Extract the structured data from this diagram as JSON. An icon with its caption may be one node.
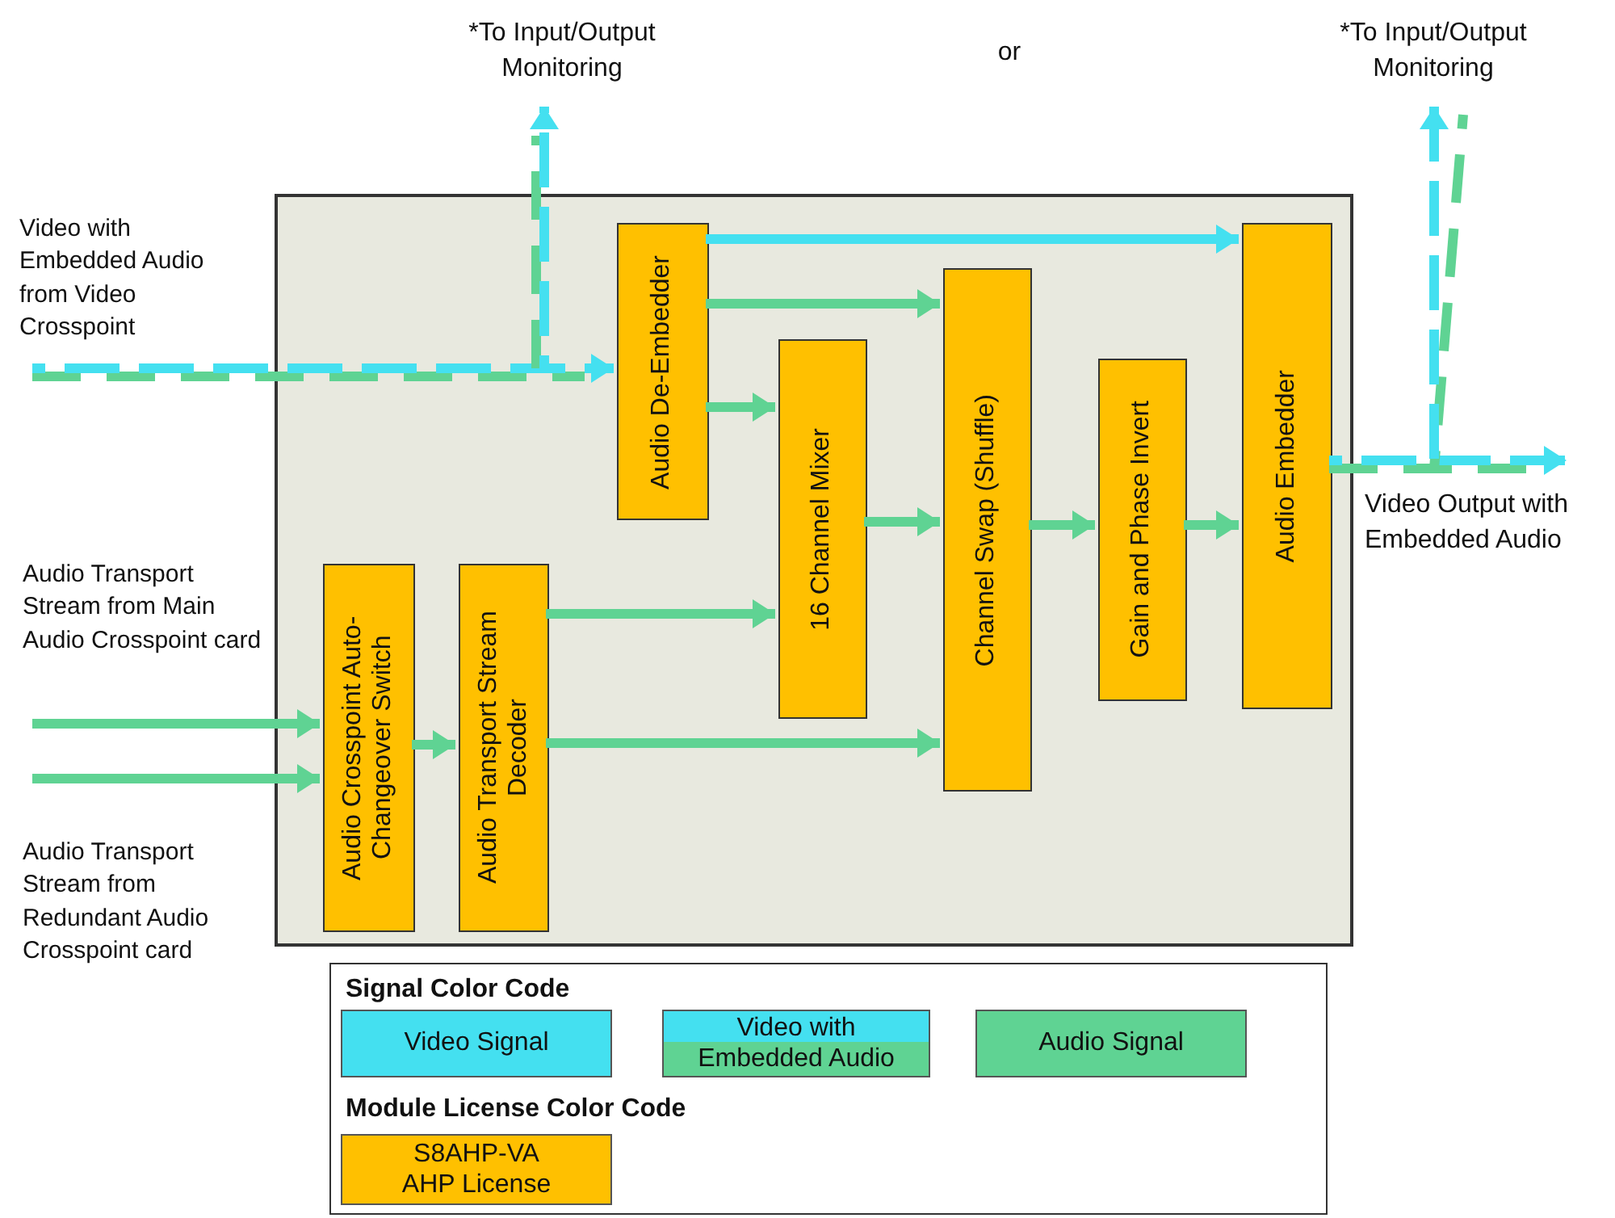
{
  "diagram": {
    "nodes": [
      {
        "text": [],
        "shape": "box"
      },
      {
        "text": [
          "Audio De-Embedder"
        ],
        "in": 0
      },
      {
        "text": [
          "16 Channel Mixer"
        ],
        "in": 0
      },
      {
        "text": [
          "Channel Swap (Shuffle)"
        ],
        "in": 0
      },
      {
        "text": [
          "Gain and Phase Invert"
        ],
        "in": 0
      },
      {
        "text": [
          "Audio Embedder"
        ],
        "in": 0
      },
      {
        "text": [
          "Audio Crosspoint Auto-Changeover Switch"
        ],
        "in": 0
      },
      {
        "text": [
          "Audio Transport Stream Decoder"
        ],
        "in": 0
      },
      {
        "text": [
          "*To Input/Output Monitoring"
        ]
      },
      {
        "text": [
          "*To Input/Output Monitoring"
        ]
      },
      {
        "text": [
          "Video Output with Embedded Audio"
        ]
      }
    ],
    "edges": [
      {
        "from": null,
        "to": 1,
        "arrow": "to",
        "style": "dashed",
        "color": "#44e0f0"
      },
      {
        "from": null,
        "to": 8,
        "arrow": "to",
        "style": "dashed",
        "color": "#44e0f0"
      },
      {
        "from": 1,
        "to": 5,
        "arrow": "to",
        "color": "#44e0f0"
      },
      {
        "from": 1,
        "to": 3,
        "arrow": "to"
      },
      {
        "from": 1,
        "to": 2,
        "arrow": "to"
      },
      {
        "from": 2,
        "to": 3,
        "arrow": "to"
      },
      {
        "from": 3,
        "to": 4,
        "arrow": "to"
      },
      {
        "from": 4,
        "to": 5,
        "arrow": "to"
      },
      {
        "from": 7,
        "to": 2,
        "arrow": "to"
      },
      {
        "from": 7,
        "to": 3,
        "arrow": "to"
      },
      {
        "from": null,
        "to": 6,
        "arrow": "to"
      },
      {
        "from": null,
        "to": 6,
        "arrow": "to"
      },
      {
        "from": 6,
        "to": 7,
        "arrow": "to"
      },
      {
        "from": 5,
        "to": 10,
        "arrow": "to",
        "style": "dashed",
        "color": "#44e0f0"
      },
      {
        "from": 5,
        "to": 9,
        "arrow": "to",
        "style": "dashed",
        "color": "#44e0f0"
      }
    ],
    "labels": [
      "or",
      "Video with Embedded Audio from Video Crosspoint",
      "Audio Transport Stream from Main Audio Crosspoint card",
      "Audio Transport Stream from Redundant Audio Crosspoint card",
      "Signal Color Code",
      "Module License Color Code"
    ],
    "legend": [
      {
        "text": "Video Signal",
        "color": "#44e0f0"
      },
      {
        "text": "Video with Embedded Audio"
      },
      {
        "text": "Audio Signal",
        "color": "#5fd393"
      },
      {
        "text": "S8AHP-VA AHP License",
        "color": "#ffc000"
      }
    ]
  }
}
